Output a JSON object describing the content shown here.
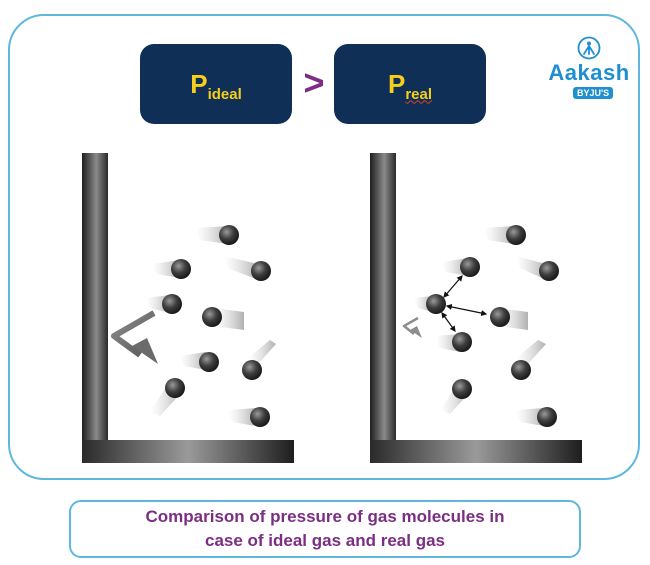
{
  "header": {
    "ideal_symbol": "P",
    "ideal_subscript": "ideal",
    "comparator": ">",
    "real_symbol": "P",
    "real_subscript": "real"
  },
  "logo": {
    "brand": "Aakash",
    "tag": "BYJU'S",
    "icon": "aakash-emblem-icon"
  },
  "caption": {
    "line1": "Comparison of pressure of gas molecules in",
    "line2": "case of ideal gas and real gas"
  },
  "colors": {
    "frame": "#5fb7dd",
    "pressure_box": "#0f2f56",
    "pressure_text": "#f6cf1c",
    "accent_purple": "#7b2e83",
    "brand_blue": "#1f8fd0"
  }
}
